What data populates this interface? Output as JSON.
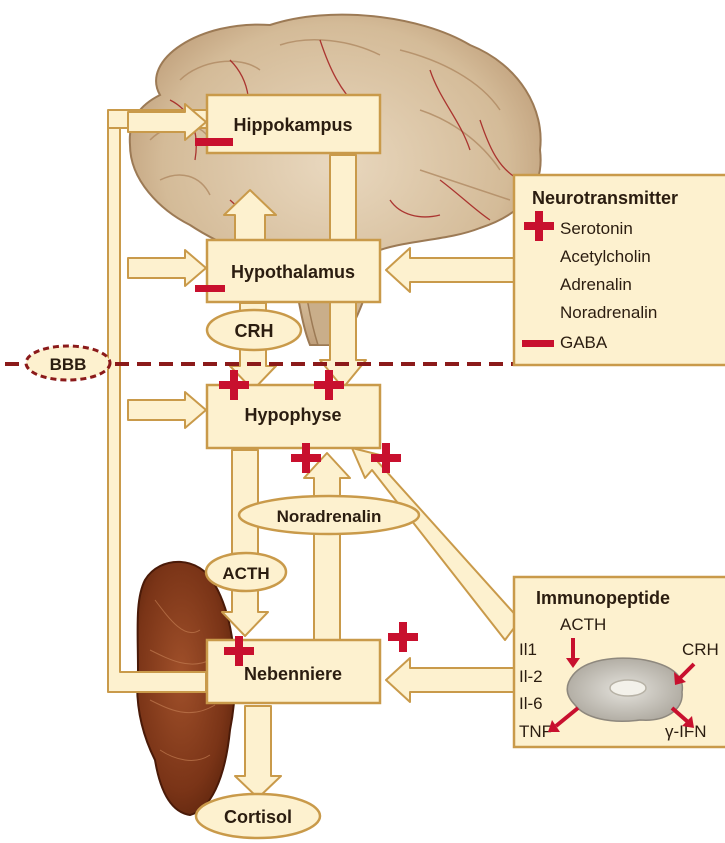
{
  "boxes": {
    "hippokampus": "Hippokampus",
    "hypothalamus": "Hypothalamus",
    "hypophyse": "Hypophyse",
    "nebenniere": "Nebenniere"
  },
  "ovals": {
    "crh": "CRH",
    "bbb": "BBB",
    "noradrenalin": "Noradrenalin",
    "acth": "ACTH",
    "cortisol": "Cortisol"
  },
  "neurotransmitter": {
    "title": "Neurotransmitter",
    "items": [
      "Serotonin",
      "Acetylcholin",
      "Adrenalin",
      "Noradrenalin",
      "GABA"
    ]
  },
  "immunopeptide": {
    "title": "Immunopeptide",
    "acth": "ACTH",
    "crh": "CRH",
    "left_items": [
      "Il1",
      "Il-2",
      "Il-6",
      "TNF"
    ],
    "ifn": "γ-IFN"
  },
  "colors": {
    "box_fill": "#fdf1cf",
    "box_stroke": "#c99a4a",
    "plus_minus": "#c8102e",
    "dashed_line": "#8b1a1a"
  }
}
